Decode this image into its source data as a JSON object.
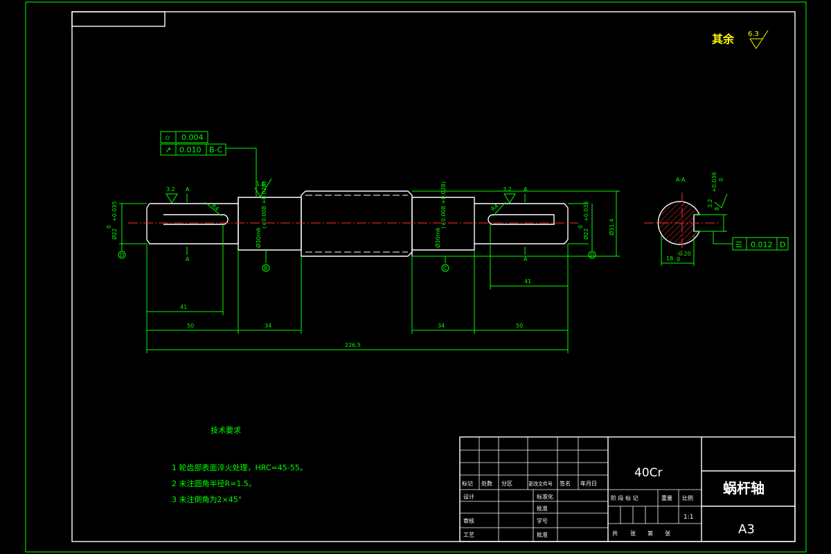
{
  "roughness_note": {
    "prefix": "其余",
    "value": "6.3"
  },
  "tolerance_frames": {
    "runout_value": "0.004",
    "circular_runout_value": "0.010",
    "circular_runout_datum": "B-C",
    "symmetry_value": "0.012",
    "symmetry_datum": "D"
  },
  "roughness_marks": {
    "left_keyway": "3.2",
    "left_journal": "1.6",
    "right_keyway": "3.2",
    "section": "3.2"
  },
  "section_marks": {
    "section_label": "A",
    "section_view_title": "A-A"
  },
  "datum_labels": {
    "d_left": "D",
    "b": "B",
    "c": "C",
    "d_right": "D"
  },
  "diameters": {
    "left_end": "Ø22",
    "left_end_tol_upper": "+0.035",
    "left_end_tol_lower": "0",
    "left_journal": "Ø30m6",
    "left_journal_tol": "(+0.008 +0.028)",
    "right_journal": "Ø30m6",
    "right_journal_tol": "(+0.008 +0.028)",
    "right_end": "Ø22",
    "right_end_tol_upper": "+0.035",
    "right_end_tol_lower": "0",
    "overall": "Ø31.4"
  },
  "fillet_labels": {
    "left": "R4",
    "right": "R4"
  },
  "dimensions": {
    "keyway_left": "41",
    "end_left": "50",
    "journal_left": "34",
    "total": "226.5",
    "journal_right": "34",
    "end_right": "50",
    "keyway_right": "41",
    "key_width": "18",
    "key_width_tol": "-0.20",
    "key_width_tol2": "0",
    "key_depth": "8",
    "key_depth_tol": "+0.036",
    "key_depth_tol2": "0"
  },
  "technical_requirements": {
    "title": "技术要求",
    "items": [
      "1 轮齿部表面淬火处理，HRC=45-55。",
      "2 未注圆角半径R=1.5。",
      "3 未注倒角为2×45°"
    ]
  },
  "title_block": {
    "material": "40Cr",
    "part_name": "蜗杆轴",
    "paper_size": "A3",
    "scale": "1:1",
    "header_labels": [
      "标记",
      "处数",
      "分区",
      "更改文件号",
      "签名",
      "年月日"
    ],
    "left_rows": [
      "设计",
      "审核",
      "工艺"
    ],
    "mid_rows": [
      "标准化",
      "批准",
      "学号",
      "批准"
    ],
    "stage_labels": [
      "阶 段 标 记",
      "重量",
      "比例"
    ],
    "sheets": [
      "共",
      "张",
      "第",
      "张"
    ]
  }
}
